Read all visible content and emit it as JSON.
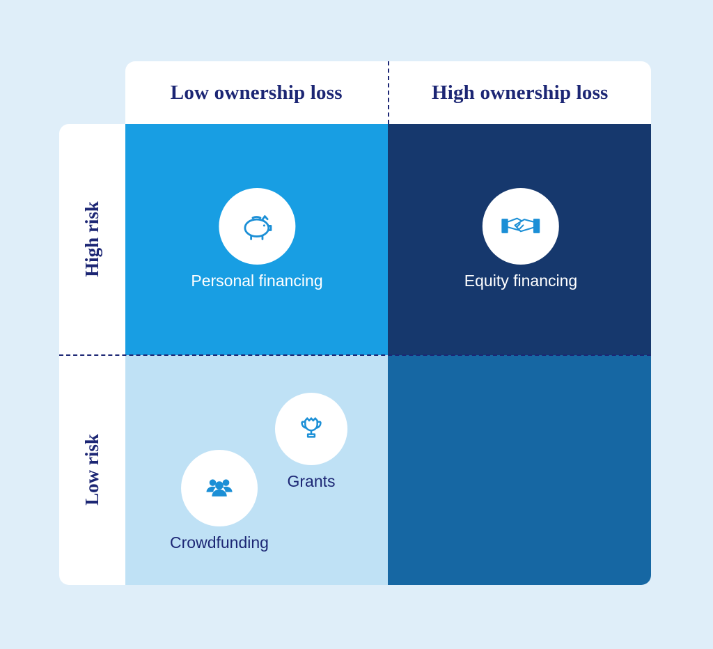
{
  "colors": {
    "background": "#dfeef9",
    "panel": "#ffffff",
    "navy_text": "#1c2674",
    "icon_blue": "#1b8fd6",
    "quadrant_top_left": "#189ee3",
    "quadrant_top_right": "#16386d",
    "quadrant_bottom_left": "#bfe1f5",
    "quadrant_bottom_right": "#1667a3"
  },
  "matrix": {
    "columns": [
      {
        "label": "Low ownership loss"
      },
      {
        "label": "High ownership loss"
      }
    ],
    "rows": [
      {
        "label": "High risk"
      },
      {
        "label": "Low risk"
      }
    ],
    "quadrants": {
      "high_risk_low_ownership": {
        "items": [
          {
            "label": "Personal financing",
            "icon": "piggy-bank-icon"
          }
        ]
      },
      "high_risk_high_ownership": {
        "items": [
          {
            "label": "Equity financing",
            "icon": "handshake-icon"
          }
        ]
      },
      "low_risk_low_ownership": {
        "items": [
          {
            "label": "Grants",
            "icon": "trophy-icon"
          },
          {
            "label": "Crowdfunding",
            "icon": "crowd-icon"
          }
        ]
      },
      "low_risk_high_ownership": {
        "items": []
      }
    }
  }
}
